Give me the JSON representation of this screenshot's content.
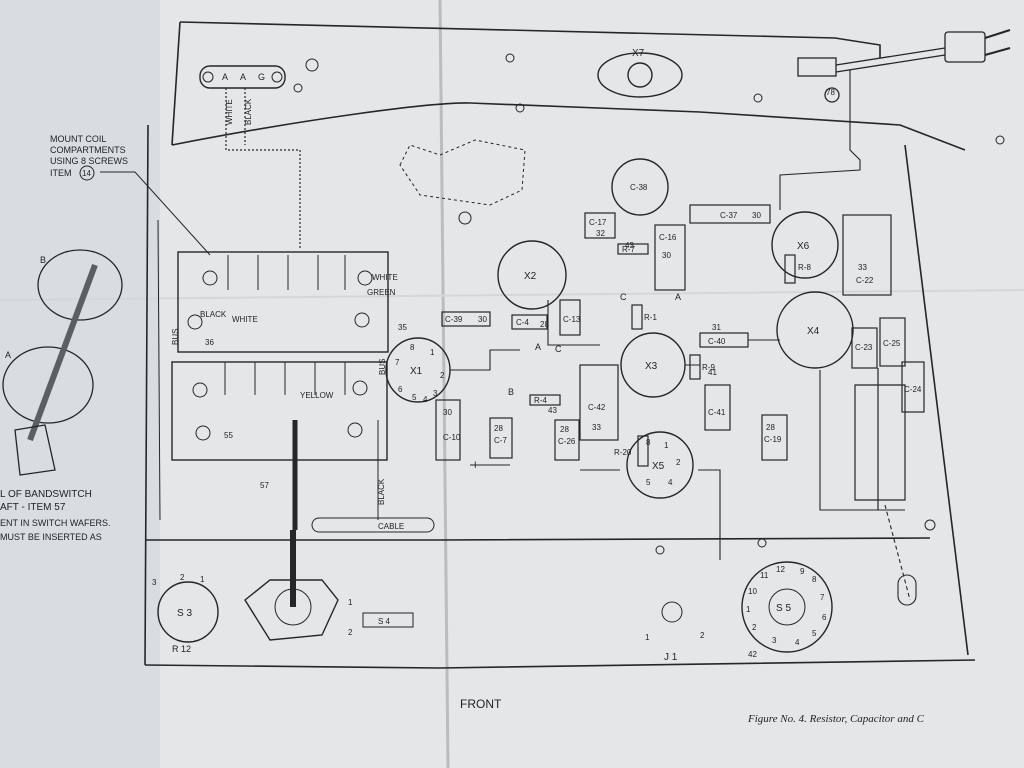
{
  "notes": {
    "mount_coil": [
      "MOUNT COIL",
      "COMPARTMENTS",
      "USING 8 SCREWS",
      "ITEM"
    ],
    "mount_item": "14",
    "bandswitch": [
      "L OF BANDSWITCH",
      "AFT - ITEM 57"
    ],
    "wafers": [
      "ENT IN SWITCH WAFERS.",
      "MUST BE INSERTED AS"
    ],
    "front": "FRONT",
    "caption": "Figure No. 4.  Resistor, Capacitor and C"
  },
  "wire_labels": {
    "white": "WHITE",
    "black": "BLACK",
    "green": "GREEN",
    "yellow": "YELLOW",
    "bus": "BUS",
    "cable": "CABLE"
  },
  "tubes": [
    {
      "id": "X1"
    },
    {
      "id": "X2"
    },
    {
      "id": "X3"
    },
    {
      "id": "X4"
    },
    {
      "id": "X5"
    },
    {
      "id": "X6"
    },
    {
      "id": "X7"
    }
  ],
  "capacitors": [
    "C-39",
    "C-10",
    "C-7",
    "C-4",
    "C-13",
    "C-26",
    "C-42",
    "C-17",
    "C-16",
    "C-37",
    "C-41",
    "C-40",
    "C-19",
    "C-22",
    "C-23",
    "C-25",
    "C-24",
    "C-38"
  ],
  "resistors": [
    "R-4",
    "R-7",
    "R-8",
    "R-9",
    "R-20",
    "R-1",
    "R 12"
  ],
  "switches": [
    "S 3",
    "S 4",
    "S 5"
  ],
  "jack": "J 1",
  "terminal_block": [
    "A",
    "A",
    "G"
  ],
  "item_numbers": [
    "14",
    "30",
    "36",
    "35",
    "55",
    "57",
    "28",
    "43",
    "33",
    "32",
    "41",
    "31",
    "78",
    "42"
  ],
  "pins": [
    "1",
    "2",
    "3",
    "4",
    "5",
    "6",
    "7",
    "8"
  ],
  "switch_contacts": [
    "1",
    "2",
    "3",
    "4",
    "5",
    "6",
    "7",
    "8",
    "9",
    "10",
    "11",
    "12"
  ],
  "markers": [
    "A",
    "B",
    "C",
    "I"
  ],
  "colors": {
    "paper": "#e4e6e7",
    "ink": "#23272a",
    "shadow": "#b9bdbf"
  }
}
